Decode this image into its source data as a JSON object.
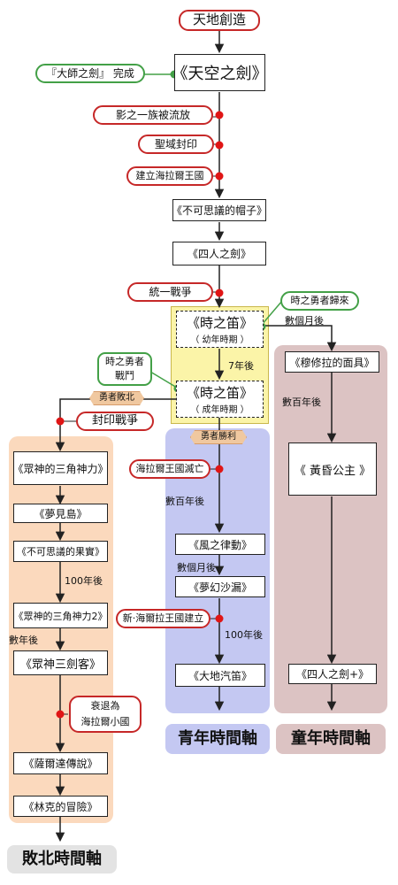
{
  "top": {
    "creation": "天地創造",
    "skyward_sword": "《天空之劍》",
    "master_sword": "『大師之劍』 完成"
  },
  "events": {
    "shadow_exile": "影之一族被流放",
    "seal_sacred": "聖域封印",
    "found_hyrule": "建立海拉爾王國",
    "unification_war": "統一戰爭",
    "hero_return": "時之勇者歸來",
    "hero_battle_line1": "時之勇者",
    "hero_battle_line2": "戰鬥",
    "seal_war": "封印戰爭",
    "hyrule_fall": "海拉爾王國滅亡",
    "new_hyrule": "新·海爾拉王國建立",
    "decline_line1": "衰退為",
    "decline_line2": "海拉爾小國"
  },
  "games": {
    "minish_cap": "《不可思議的帽子》",
    "four_swords": "《四人之劍》",
    "ocarina": "《時之笛》",
    "ocarina_child": "（ 幼年時期 ）",
    "ocarina_adult": "（ 成年時期 ）",
    "majora": "《穆修拉的面具》",
    "twilight": "《 黃昏公主 》",
    "four_swords_plus": "《四人之劍+》",
    "wind_waker": "《風之律動》",
    "phantom_hourglass": "《夢幻沙漏》",
    "spirit_tracks": "《大地汽笛》",
    "link_to_past": "《眾神的三角神力》",
    "links_awakening": "《夢見島》",
    "oracle": "《不可思議的果實》",
    "link_between_worlds": "《眾神的三角神力2》",
    "tri_force_heroes": "《眾神三劍客》",
    "zelda1": "《薩爾達傳說》",
    "zelda2": "《林克的冒險》"
  },
  "badges": {
    "hero_defeated": "勇者敗北",
    "hero_victory": "勇者勝利"
  },
  "gaps": {
    "seven_years": "7年後",
    "several_months_child": "數個月後",
    "hundreds_years_child": "數百年後",
    "hundreds_years_adult": "數百年後",
    "several_months_adult": "數個月後",
    "hundred_years_adult": "100年後",
    "hundred_years_fallen": "100年後",
    "several_years_fallen": "數年後"
  },
  "axes": {
    "fallen": "敗北時間軸",
    "adult": "青年時間軸",
    "child": "童年時間軸"
  },
  "colors": {
    "fallen_panel": "#fbd9bd",
    "adult_panel": "#c4c8f2",
    "child_panel": "#dcc3c3",
    "ocarina_panel": "#fbf4a8",
    "event_border": "#c62828",
    "positive_border": "#43a047"
  }
}
